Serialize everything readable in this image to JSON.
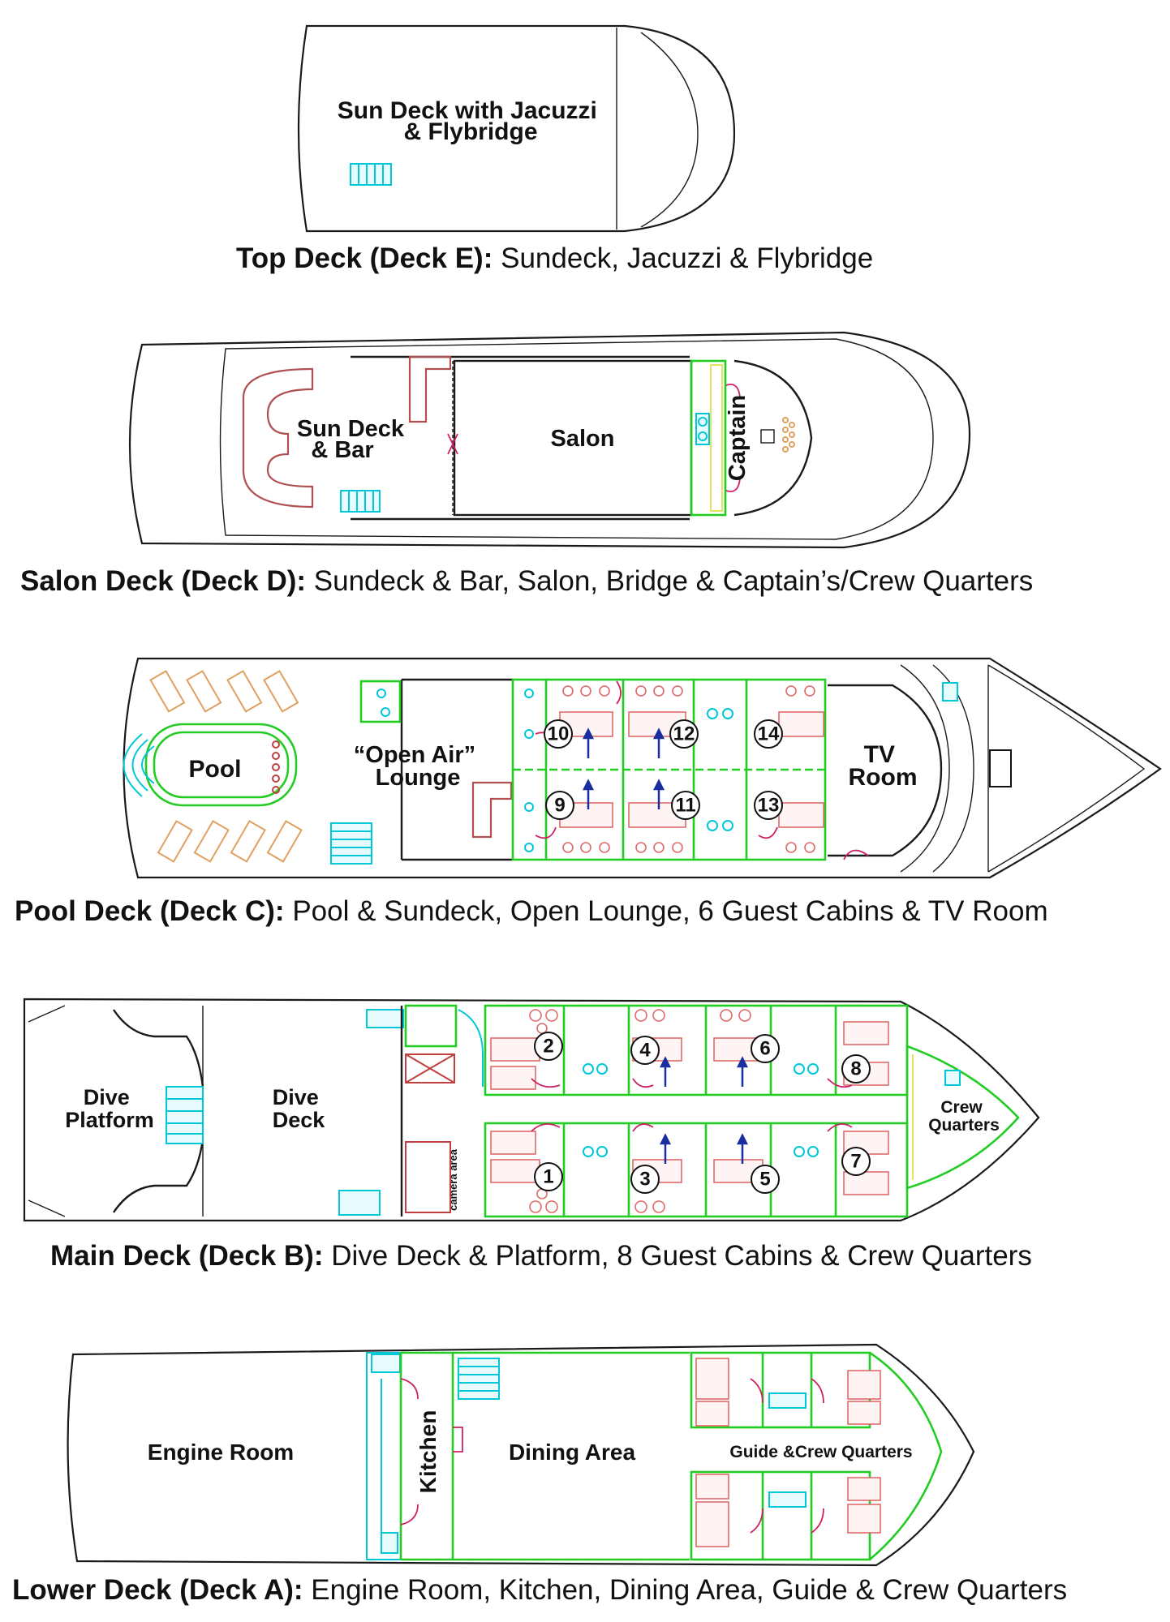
{
  "decks": {
    "top": {
      "area_label": [
        "Sun Deck with Jacuzzi",
        "& Flybridge"
      ],
      "caption_bold": "Top Deck (Deck E):",
      "caption_text": " Sundeck, Jacuzzi & Flybridge"
    },
    "salon": {
      "sun_label": [
        "Sun Deck",
        "& Bar"
      ],
      "salon_label": "Salon",
      "captain_label": "Captain",
      "caption_bold": "Salon Deck (Deck D):",
      "caption_text": " Sundeck & Bar, Salon, Bridge & Captain’s/Crew Quarters"
    },
    "pool": {
      "pool_label": "Pool",
      "lounge_label": [
        "“Open Air”",
        "Lounge"
      ],
      "tv_label": [
        "TV",
        "Room"
      ],
      "cabins": [
        "10",
        "12",
        "14",
        "9",
        "11",
        "13"
      ],
      "caption_bold": "Pool Deck (Deck C):",
      "caption_text": " Pool & Sundeck, Open Lounge, 6 Guest Cabins & TV Room"
    },
    "main": {
      "platform_label": [
        "Dive",
        "Platform"
      ],
      "divedeck_label": [
        "Dive",
        "Deck"
      ],
      "camera_label": "camera area",
      "crew_label": [
        "Crew",
        "Quarters"
      ],
      "cabins": [
        "2",
        "4",
        "6",
        "8",
        "1",
        "3",
        "5",
        "7"
      ],
      "caption_bold": "Main Deck (Deck B):",
      "caption_text": " Dive Deck & Platform, 8 Guest Cabins & Crew Quarters"
    },
    "lower": {
      "engine_label": "Engine Room",
      "kitchen_label": "Kitchen",
      "dining_label": "Dining Area",
      "crew_label": "Guide &Crew Quarters",
      "caption_bold": "Lower Deck (Deck A):",
      "caption_text": " Engine Room, Kitchen, Dining Area, Guide & Crew Quarters"
    }
  }
}
